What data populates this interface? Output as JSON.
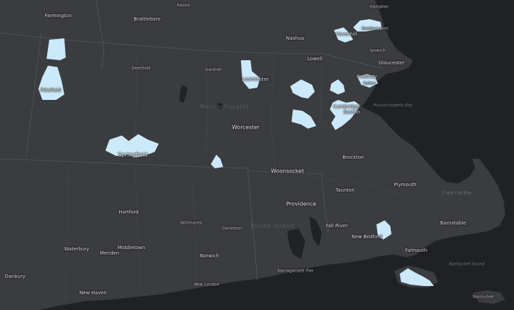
{
  "map": {
    "colors": {
      "land": "#3b3c3f",
      "water": "#1f2125",
      "lakes": "#202226",
      "borders": "#56585c",
      "highlight": "#cbe9fb"
    },
    "labels": {
      "farmington": "Farmington",
      "brattleboro": "Brattleboro",
      "keene": "Keene",
      "hampton": "Hampton",
      "nashua": "Nashua",
      "haverhill": "Haverhill",
      "newburyport": "Newburyport",
      "lowell": "Lowell",
      "ipswich": "Ipswich",
      "gloucester": "Gloucester",
      "deerfield": "Deerfield",
      "gardner": "Gardner",
      "leominster": "Leominster",
      "peabody": "Peabody",
      "salem": "Salem",
      "pittsfield": "Pittsfield",
      "massachusetts": "Massachusetts",
      "cambridge": "Cambridge",
      "boston": "Boston",
      "massachusetts_bay": "Massachusetts Bay",
      "worcester": "Worcester",
      "springfield": "Springfield",
      "brockton": "Brockton",
      "woonsocket": "Woonsocket",
      "taunton": "Taunton",
      "plymouth": "Plymouth",
      "cape_cod_bay": "Cape Cod Bay",
      "providence": "Providence",
      "hartford": "Hartford",
      "willimantic": "Willimantic",
      "danielson": "Danielson",
      "rhode_island": "Rhode Island",
      "fall_river": "Fall River",
      "new_bedford": "New Bedford",
      "barnstable": "Barnstable",
      "waterbury": "Waterbury",
      "meriden": "Meriden",
      "middletown": "Middletown",
      "norwich": "Norwich",
      "falmouth": "Falmouth",
      "nantucket_sound": "Nantucket Sound",
      "narragansett": "Narragansett Pier",
      "danbury": "Danbury",
      "new_london": "New London",
      "new_haven": "New Haven",
      "nantucket": "Nantucket"
    }
  }
}
